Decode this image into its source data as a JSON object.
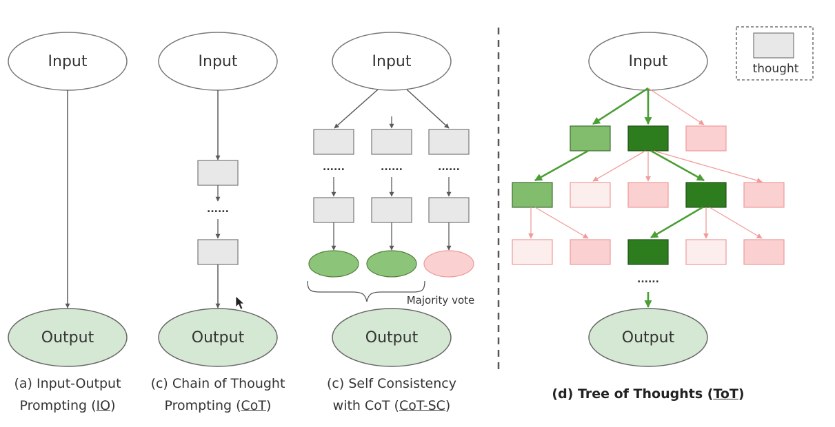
{
  "labels": {
    "input": "Input",
    "output": "Output",
    "ellipsis": "......",
    "thought": "thought",
    "majority_vote": "Majority vote"
  },
  "captions": {
    "io": {
      "line1": "(a) Input-Output",
      "line2_prefix": "Prompting (",
      "abbr": "IO",
      "line2_suffix": ")"
    },
    "cot": {
      "line1": "(c) Chain of Thought",
      "line2_prefix": "Prompting (",
      "abbr": "CoT",
      "line2_suffix": ")"
    },
    "cotsc": {
      "line1": "(c) Self Consistency",
      "line2_prefix": "with CoT (",
      "abbr": "CoT-SC",
      "line2_suffix": ")"
    },
    "tot": {
      "prefix": "(d) Tree of Thoughts (",
      "abbr": "ToT",
      "suffix": ")"
    }
  },
  "colors": {
    "gray_line": "#5a5a5a",
    "thought_fill": "#e8e8e8",
    "thought_stroke": "#777777",
    "output_fill": "#d5e8d4",
    "green_dark": "#2d7d1f",
    "green_light": "#82bd6e",
    "green_oval": "#8cc47a",
    "pink_fill": "#fbd0d0",
    "pink_pale": "#fdeeee",
    "pink_stroke": "#ee9a9a",
    "pink_line": "#f29a9a",
    "green_line": "#4a9e34"
  }
}
